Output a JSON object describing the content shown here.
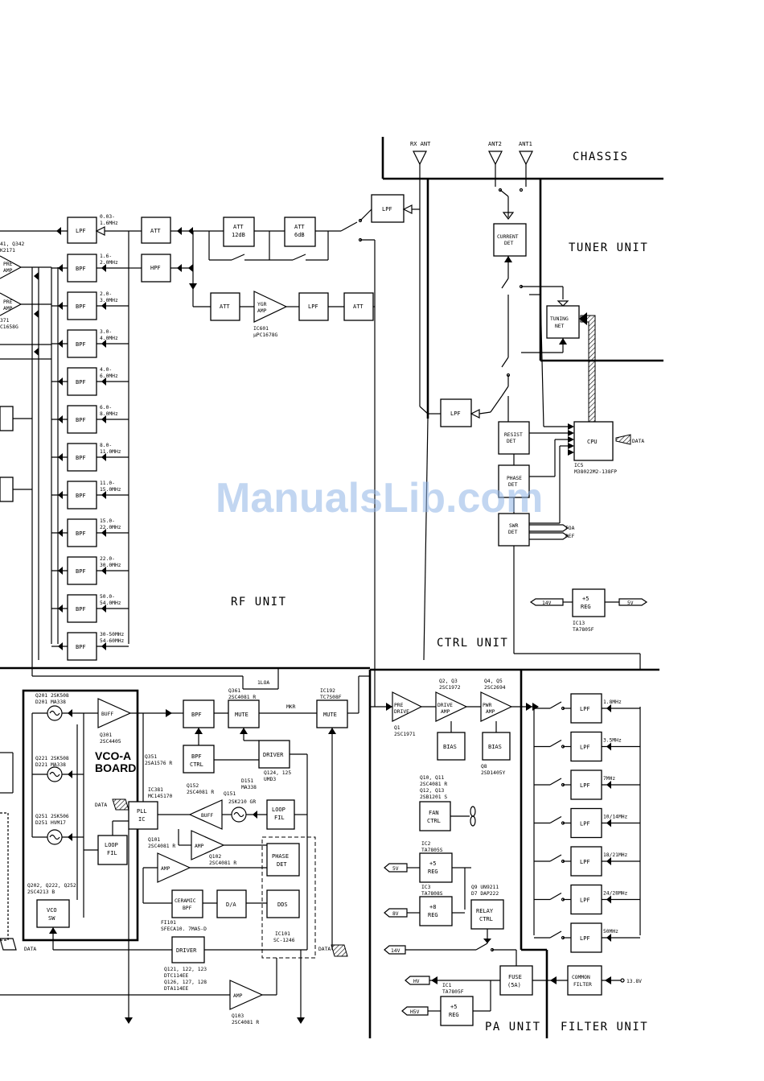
{
  "watermark": "ManualsLib.com",
  "units": {
    "chassis": "CHASSIS",
    "tuner": "TUNER UNIT",
    "rf": "RF UNIT",
    "ctrl": "CTRL UNIT",
    "pa": "PA UNIT",
    "filter": "FILTER UNIT",
    "vco_board_1": "VCO-A",
    "vco_board_2": "BOARD"
  },
  "antennas": {
    "rx": "RX ANT",
    "ant2": "ANT2",
    "ant1": "ANT1"
  },
  "rf": {
    "top_lpf": "LPF",
    "top_band": "0.03-",
    "top_band2": "1.6MHz",
    "att_a": "ATT",
    "att_12_1": "ATT",
    "att_12_2": "12dB",
    "att_6_1": "ATT",
    "att_6_2": "6dB",
    "ant_lpf": "LPF",
    "hpf": "HPF",
    "att_b": "ATT",
    "ygr_1": "YGR",
    "ygr_2": "AMP",
    "lpf_b": "LPF",
    "att_c": "ATT",
    "ic601_1": "IC601",
    "ic601_2": "μPC1678G",
    "pre1_1": "PRE",
    "pre1_2": "AMP",
    "pre2_1": "PRE",
    "pre2_2": "AMP",
    "q_top": "41, Q342",
    "q_top2": "K2171",
    "q_mid": "371",
    "q_mid2": "C1658G",
    "bpf": "BPF",
    "bands": [
      [
        "1.6-",
        "2.0MHz"
      ],
      [
        "2.0-",
        "3.0MHz"
      ],
      [
        "3.0-",
        "4.0MHz"
      ],
      [
        "4.0-",
        "6.0MHz"
      ],
      [
        "6.0-",
        "8.0MHz"
      ],
      [
        "8.0-",
        "11.0MHz"
      ],
      [
        "11.0-",
        "15.0MHz"
      ],
      [
        "15.0-",
        "22.0MHz"
      ],
      [
        "22.0-",
        "30.0MHz"
      ],
      [
        "50.0-",
        "54.0MHz"
      ],
      [
        "30-50MHz",
        "54-60MHz"
      ]
    ]
  },
  "ctrl": {
    "current_1": "CURRENT",
    "current_2": "DET",
    "tuning_1": "TUNING",
    "tuning_2": "NET",
    "lpf": "LPF",
    "resist_1": "RESIST",
    "resist_2": "DET",
    "cpu": "CPU",
    "data": "DATA",
    "ic5_1": "IC5",
    "ic5_2": "M38022M2-138FP",
    "phase_1": "PHASE",
    "phase_2": "DET",
    "swr_1": "SWR",
    "swr_2": "DET",
    "foa": "FOA",
    "ref": "REF",
    "v14": "14V",
    "reg_1": "+5",
    "reg_2": "REG",
    "v5": "5V",
    "ic13_1": "IC13",
    "ic13_2": "TA7805F"
  },
  "vco": {
    "q201_1": "Q201 2SK508",
    "q201_2": "D201 MA338",
    "q221_1": "Q221 2SK508",
    "q221_2": "D221 MA338",
    "q251_1": "Q251 2SK506",
    "q251_2": "D251 HVM17",
    "buff": "BUFF",
    "q301_1": "Q301",
    "q301_2": "2SC4405",
    "q202_1": "Q202, Q222, Q252",
    "q202_2": "2SC4213 B",
    "vcosw_1": "VCO",
    "vcosw_2": "SW",
    "data": "DATA"
  },
  "pll": {
    "bpf": "BPF",
    "q361_1": "Q361",
    "q361_2": "2SC4081 R",
    "mute": "MUTE",
    "loa": "1LOA",
    "mkr": "MKR",
    "ic192_1": "IC192",
    "ic192_2": "TC7S08F",
    "mute2": "MUTE",
    "q351_1": "Q351",
    "q351_2": "2SA1576 R",
    "bpfctrl_1": "BPF",
    "bpfctrl_2": "CTRL",
    "driver": "DRIVER",
    "q124_1": "Q124, 125",
    "q124_2": "UMD3",
    "ic381_1": "IC381",
    "ic381_2": "MC145170",
    "pll_1": "PLL",
    "pll_2": "IC",
    "q152_1": "Q152",
    "q152_2": "2SC4081 R",
    "buff": "BUFF",
    "d151_1": "D151",
    "d151_2": "MA338",
    "q151": "Q151",
    "q151_2": "2SK210 GR",
    "loopfil_1": "LOOP",
    "loopfil_2": "FIL",
    "loopfil2_1": "LOOP",
    "loopfil2_2": "FIL",
    "data": "DATA",
    "q101_1": "Q101",
    "q101_2": "2SC4081 R",
    "amp": "AMP",
    "q102_1": "Q102",
    "q102_2": "2SC4081 R",
    "phasedet_1": "PHASE",
    "phasedet_2": "DET",
    "amp2": "AMP",
    "ceramic_1": "CERAMIC",
    "ceramic_2": "BPF",
    "da": "D/A",
    "dds": "DDS",
    "fi101_1": "FI101",
    "fi101_2": "SFECA10. 7MA5-D",
    "ic101_1": "IC101",
    "ic101_2": "SC-1246",
    "driver2": "DRIVER",
    "q121_1": "Q121, 122, 123",
    "q121_2": "DTC114EE",
    "q121_3": "Q126, 127, 128",
    "q121_4": "DTA114EE",
    "amp3": "AMP",
    "q103_1": "Q103",
    "q103_2": "2SC4081 R"
  },
  "pa": {
    "predrive_1": "PRE",
    "predrive_2": "DRIVE",
    "q1_1": "Q1",
    "q1_2": "2SC1971",
    "drive_1": "DRIVE",
    "drive_2": "AMP",
    "q23_1": "Q2, Q3",
    "q23_2": "2SC1972",
    "pwr_1": "PWR",
    "pwr_2": "AMP",
    "q45_1": "Q4, Q5",
    "q45_2": "2SC2694",
    "bias1": "BIAS",
    "bias2": "BIAS",
    "q8_1": "Q8",
    "q8_2": "2SD1405Y",
    "q10_1": "Q10, Q11",
    "q10_2": "2SC4081 R",
    "q10_3": "Q12, Q13",
    "q10_4": "2SB1201 S",
    "fan_1": "FAN",
    "fan_2": "CTRL",
    "ic2_1": "IC2",
    "ic2_2": "TA7805S",
    "v5": "5V",
    "reg5_1": "+5",
    "reg5_2": "REG",
    "ic3_1": "IC3",
    "ic3_2": "TA7808S",
    "v8": "8V",
    "reg8_1": "+8",
    "reg8_2": "REG",
    "q9_1": "Q9 UN9211",
    "q9_2": "D7 DAP222",
    "relay_1": "RELAY",
    "relay_2": "CTRL",
    "v14": "14V",
    "hv": "HV",
    "fuse_1": "FUSE",
    "fuse_2": "(5A)",
    "ic1_1": "IC1",
    "ic1_2": "TA7805F",
    "h5v": "H5V",
    "reg5b_1": "+5",
    "reg5b_2": "REG"
  },
  "filter": {
    "lpf": "LPF",
    "bands": [
      "1.8MHz",
      "3.5MHz",
      "7MHz",
      "10/14MHz",
      "18/21MHz",
      "24/28MHz",
      "50MHz"
    ],
    "common_1": "COMMON",
    "common_2": "FILTER",
    "v138": "13.8V"
  }
}
